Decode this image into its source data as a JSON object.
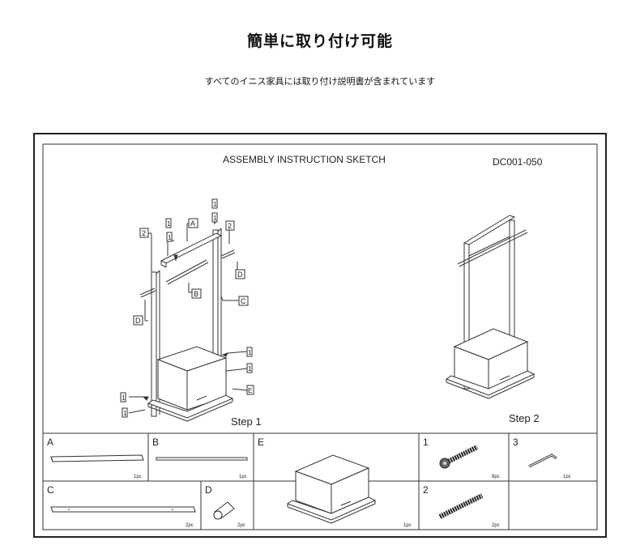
{
  "header": {
    "title": "簡単に取り付け可能",
    "subtitle": "すべてのイニス家具には取り付け説明書が含まれています"
  },
  "sheet": {
    "title": "ASSEMBLY INSTRUCTION SKETCH",
    "code": "DC001-050",
    "step1_label": "Step 1",
    "step2_label": "Step 2",
    "callouts": {
      "A": "A",
      "B": "B",
      "C": "C",
      "D": "D",
      "E": "E",
      "one": "1",
      "two": "2"
    }
  },
  "parts": [
    {
      "id": "A",
      "qty": "1pc"
    },
    {
      "id": "B",
      "qty": "1pc"
    },
    {
      "id": "E",
      "qty": "1pc"
    },
    {
      "id": "1",
      "qty": "8pc"
    },
    {
      "id": "3",
      "qty": "1pc"
    },
    {
      "id": "C",
      "qty": "2pc"
    },
    {
      "id": "D",
      "qty": "2pc"
    },
    {
      "id": "2",
      "qty": "2pc"
    }
  ]
}
